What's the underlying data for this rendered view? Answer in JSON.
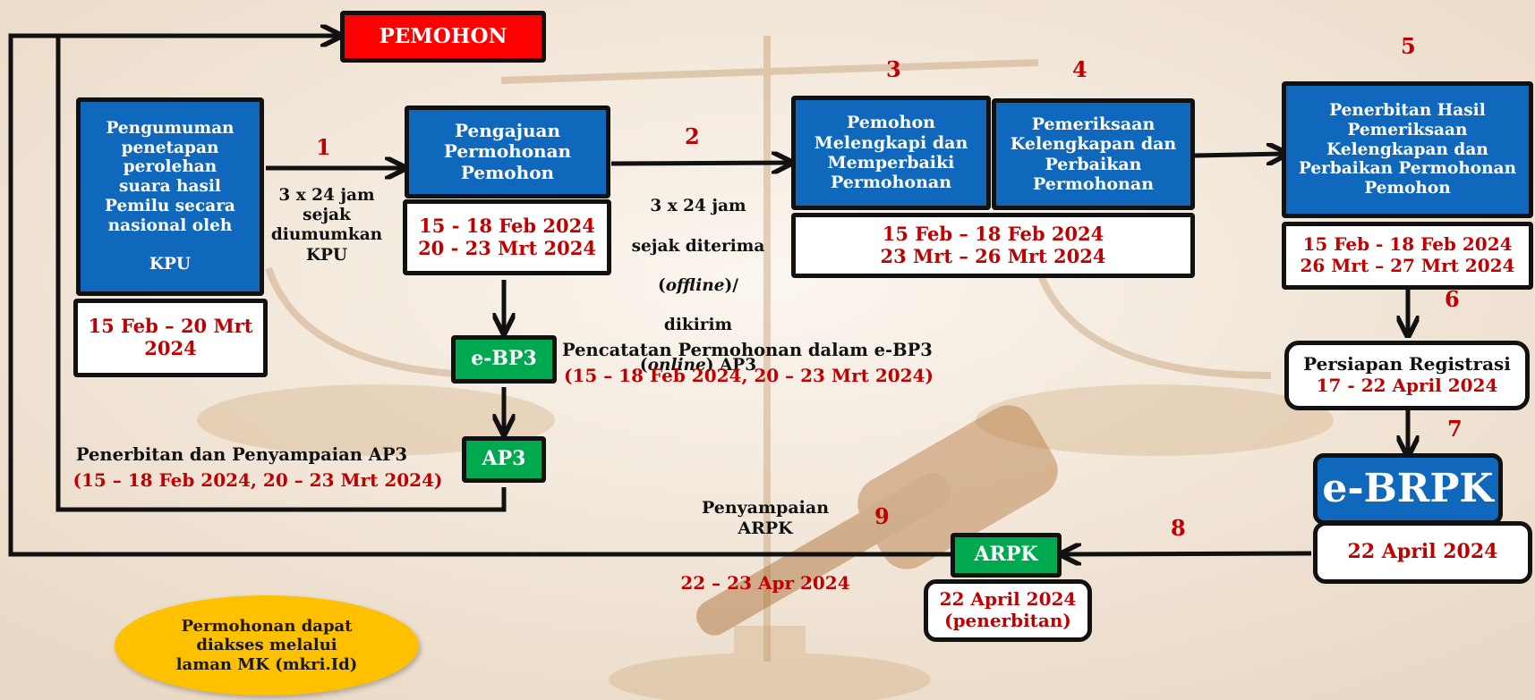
{
  "pemohon": "PEMOHON",
  "step0": {
    "title": "Pengumuman\npenetapan\nperolehan\nsuara hasil\nPemilu secara\nnasional oleh\n\nKPU",
    "date": "15 Feb – 20 Mrt\n2024"
  },
  "step1": {
    "number": "1",
    "note": "3 x 24 jam\nsejak\ndiumumkan\nKPU"
  },
  "step_pengajuan": {
    "title": "Pengajuan\nPermohonan\nPemohon",
    "date": "15 - 18 Feb 2024\n20 - 23 Mrt 2024"
  },
  "step2": {
    "number": "2",
    "note_line1": "3 x 24 jam",
    "note_line2": "sejak diterima",
    "note_offline": "offline",
    "note_offline_tail": ")/",
    "note_line4": "dikirim",
    "note_online": "online",
    "note_online_tail": ") AP3",
    "paren_open": "("
  },
  "step3": {
    "number": "3",
    "title": "Pemohon\nMelengkapi dan\nMemperbaiki\nPermohonan"
  },
  "step4": {
    "number": "4",
    "title": "Pemeriksaan\nKelengkapan  dan\nPerbaikan\nPermohonan"
  },
  "step34_date": "15 Feb – 18 Feb 2024\n23 Mrt – 26 Mrt 2024",
  "step5": {
    "number": "5",
    "title": "Penerbitan Hasil\nPemeriksaan\nKelengkapan dan\nPerbaikan Permohonan\nPemohon",
    "date": "15 Feb  -  18 Feb 2024\n26 Mrt – 27 Mrt 2024"
  },
  "step6": {
    "number": "6",
    "title": "Persiapan Registrasi",
    "date": "17 - 22 April 2024"
  },
  "step7": {
    "number": "7",
    "label": "e-BRPK",
    "date": "22 April 2024"
  },
  "step8": {
    "number": "8"
  },
  "arpk": {
    "label": "ARPK",
    "date": "22 April 2024\n(penerbitan)"
  },
  "step9": {
    "number": "9",
    "title": "Penyampaian\nARPK",
    "date": "22 – 23 Apr 2024"
  },
  "ebp3": {
    "label": "e-BP3",
    "title": "Pencatatan Permohonan dalam e-BP3",
    "date": "(15 – 18 Feb 2024,  20 – 23 Mrt 2024)"
  },
  "ap3": {
    "label": "AP3",
    "title": "Penerbitan dan Penyampaian AP3",
    "date": "(15 – 18 Feb 2024,  20 – 23 Mrt 2024)"
  },
  "note": "Permohonan dapat\ndiakses melalui\nlaman MK (mkri.Id)",
  "colors": {
    "blue": "#1068bd",
    "red_text": "#c00000",
    "green": "#00a84f",
    "orange": "#ffc000",
    "red": "#ff0000"
  }
}
